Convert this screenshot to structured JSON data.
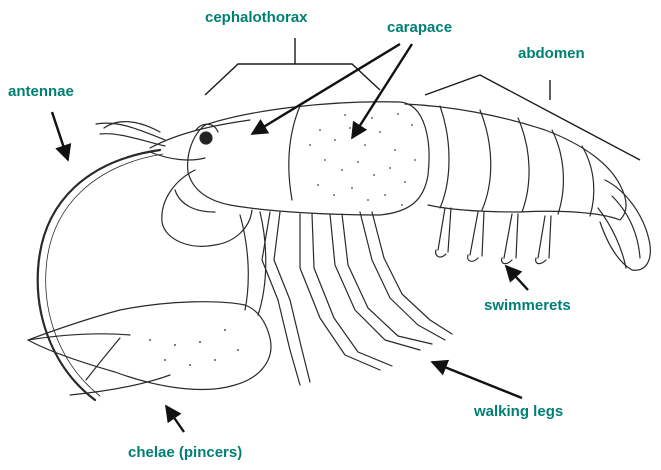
{
  "labels": {
    "cephalothorax": "cephalothorax",
    "carapace": "carapace",
    "abdomen": "abdomen",
    "antennae": "antennae",
    "swimmerets": "swimmerets",
    "walking_legs": "walking legs",
    "chelae": "chelae (pincers)"
  },
  "colors": {
    "label": "#007f73",
    "line": "#2a2a2a",
    "arrow": "#1a1a1a"
  }
}
